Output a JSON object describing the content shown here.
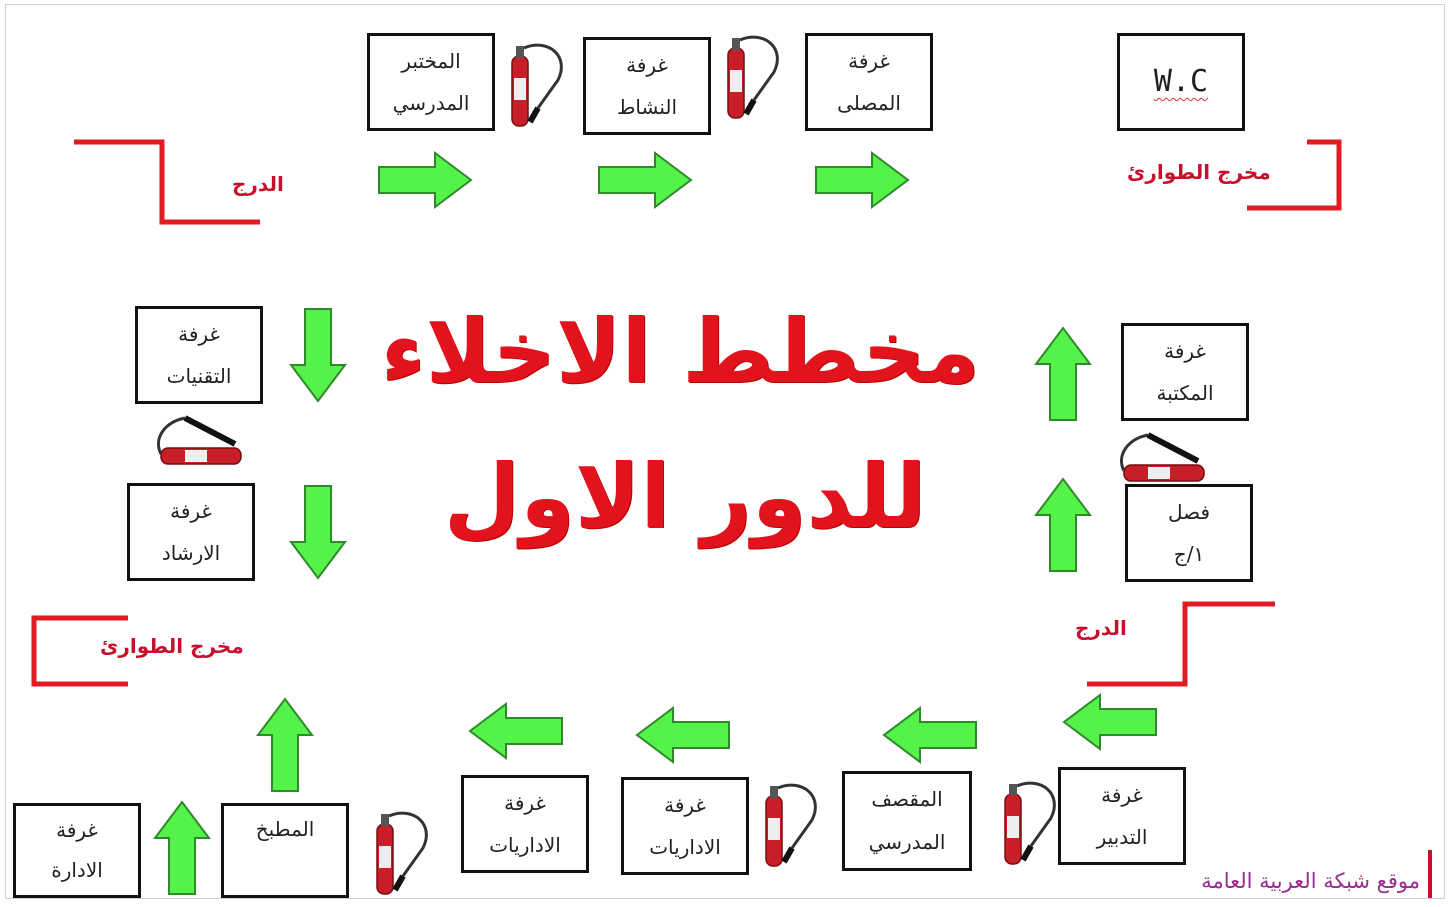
{
  "title": {
    "line1": "مخطط الاخلاء",
    "line2": "للدور الاول"
  },
  "rooms": {
    "lab": [
      "المختبر",
      "المدرسي"
    ],
    "activity": [
      "غرفة",
      "النشاط"
    ],
    "prayer": [
      "غرفة",
      "المصلى"
    ],
    "wc": [
      "W.C"
    ],
    "technology": [
      "غرفة",
      "التقنيات"
    ],
    "guidance": [
      "غرفة",
      "الارشاد"
    ],
    "library": [
      "غرفة",
      "المكتبة"
    ],
    "classroom": [
      "فصل",
      "١/ج"
    ],
    "administration": [
      "غرفة",
      "الادارة"
    ],
    "kitchen": [
      "المطبخ"
    ],
    "admin_office_1": [
      "غرفة",
      "الاداريات"
    ],
    "admin_office_2": [
      "غرفة",
      "الاداريات"
    ],
    "cafeteria": [
      "المقصف",
      "المدرسي"
    ],
    "home_econ": [
      "غرفة",
      "التدبير"
    ]
  },
  "labels": {
    "stairs_top": "الدرج",
    "stairs_right": "الدرج",
    "emergency_exit_top": "مخرج الطوارئ",
    "emergency_exit_left": "مخرج الطوارئ"
  },
  "footer": "موقع شبكة العربية العامة",
  "colors": {
    "arrow_fill": "#55f24a",
    "arrow_stroke": "#2f8a2b",
    "exit_red": "#e01b24",
    "title_red": "#e2131c",
    "footer_purple": "#9b2a8f"
  },
  "icons": {
    "arrow": "green-arrow-icon",
    "extinguisher": "fire-extinguisher-icon",
    "stairs": "stairs-icon",
    "exit": "emergency-exit-bracket-icon"
  }
}
